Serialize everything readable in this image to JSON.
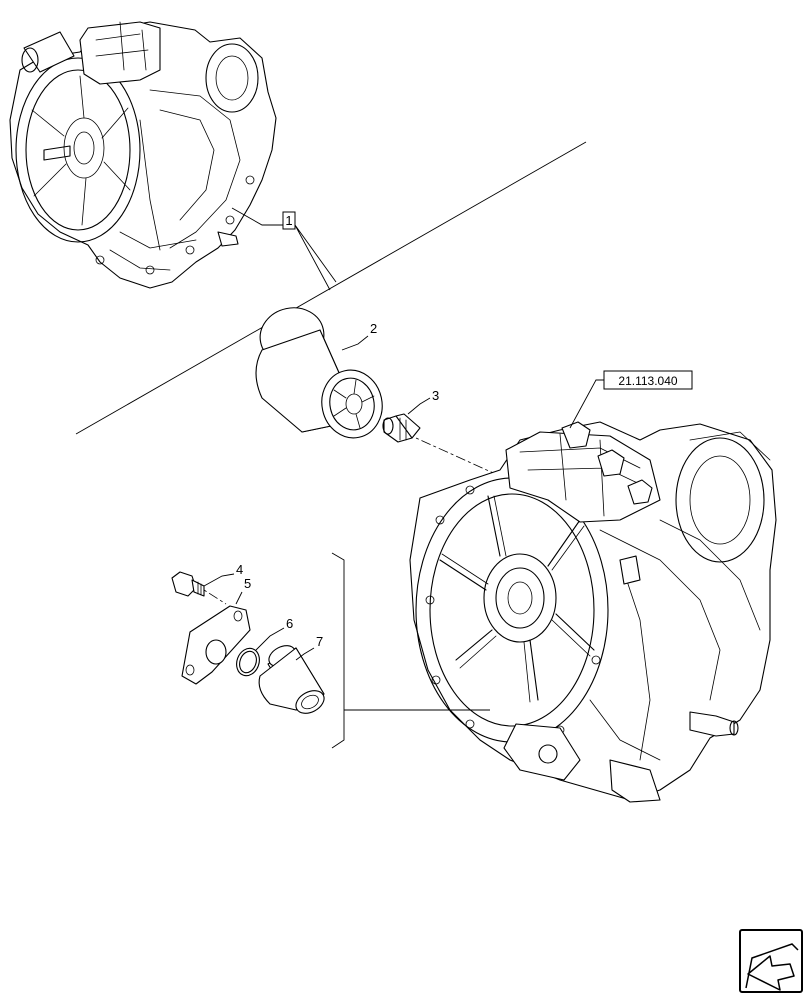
{
  "callouts": {
    "c1": "1",
    "c2": "2",
    "c3": "3",
    "c4": "4",
    "c5": "5",
    "c6": "6",
    "c7": "7"
  },
  "reference": {
    "label": "21.113.040"
  },
  "icons": {
    "nav": "arrow-next-icon"
  }
}
